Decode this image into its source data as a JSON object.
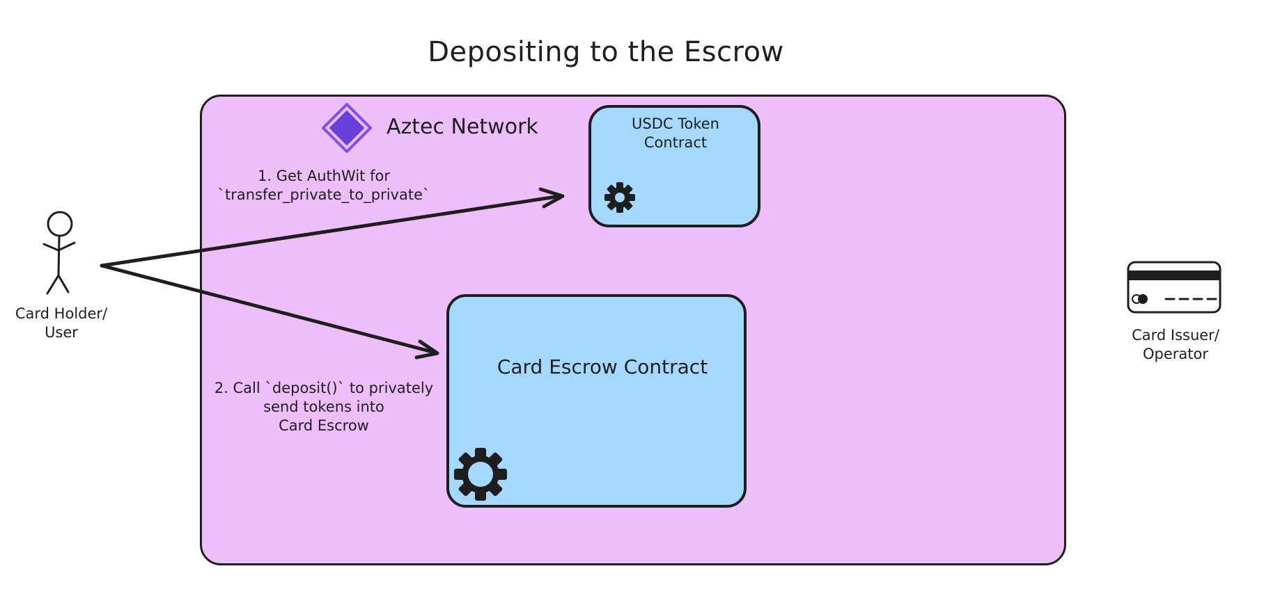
{
  "diagram": {
    "title": "Depositing to the Escrow",
    "network": {
      "label": "Aztec Network",
      "icon": "aztec-logo-icon",
      "fill": "#eebefa"
    },
    "usdc_contract": {
      "label": "USDC Token\nContract",
      "icon": "gear-icon",
      "fill": "#a5d8ff"
    },
    "escrow_contract": {
      "label": "Card Escrow Contract",
      "icon": "gear-icon",
      "fill": "#a5d8ff"
    },
    "user": {
      "label": "Card Holder/\nUser",
      "icon": "stick-figure-icon"
    },
    "issuer": {
      "label": "Card Issuer/\nOperator",
      "icon": "credit-card-icon"
    },
    "steps": [
      {
        "label": "1. Get AuthWit for\n`transfer_private_to_private`"
      },
      {
        "label": "2. Call `deposit()` to privately\nsend tokens into\nCard Escrow"
      }
    ],
    "colors": {
      "stroke": "#1e1e1e",
      "logo_fill": "#6741d9",
      "logo_outline": "#7950f2"
    }
  }
}
